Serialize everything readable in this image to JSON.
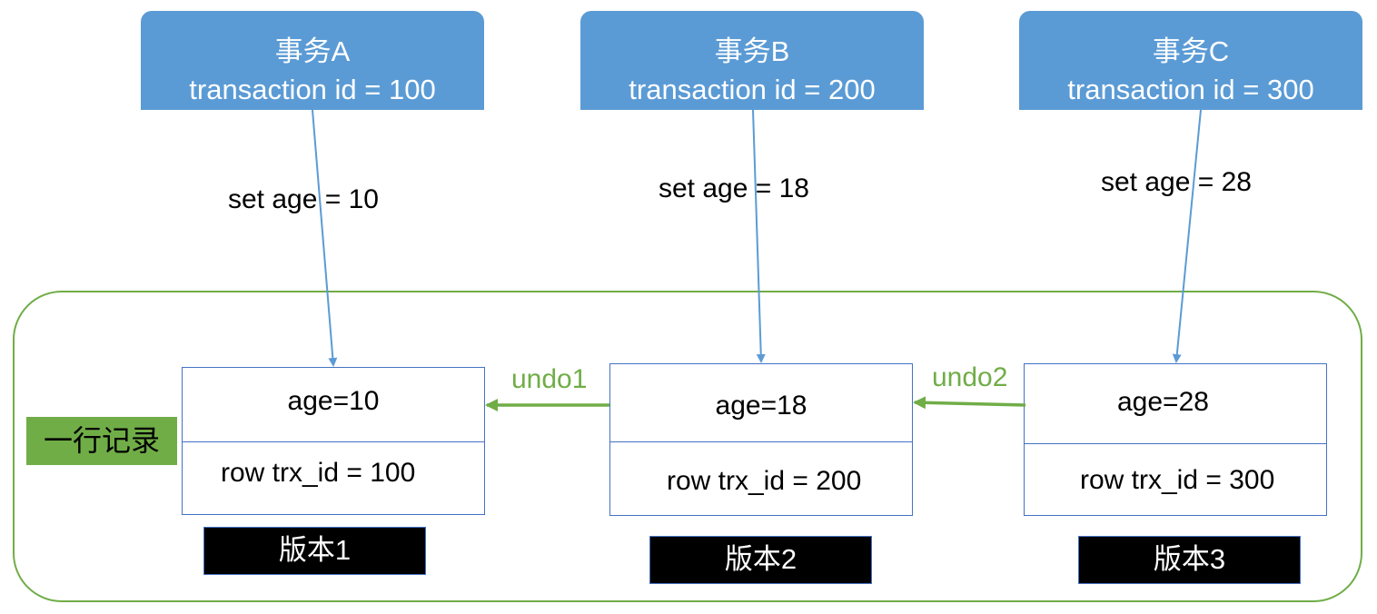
{
  "transactions": [
    {
      "title": "事务A",
      "id_text": "transaction id = 100",
      "action": "set age = 10"
    },
    {
      "title": "事务B",
      "id_text": "transaction id = 200",
      "action": "set age = 18"
    },
    {
      "title": "事务C",
      "id_text": "transaction id = 300",
      "action": "set age = 28"
    }
  ],
  "versions": [
    {
      "age": "age=10",
      "trx": "row trx_id = 100",
      "label": "版本1"
    },
    {
      "age": "age=18",
      "trx": "row trx_id = 200",
      "label": "版本2"
    },
    {
      "age": "age=28",
      "trx": "row trx_id = 300",
      "label": "版本3"
    }
  ],
  "undo_links": [
    "undo1",
    "undo2"
  ],
  "row_record_label": "一行记录",
  "colors": {
    "transaction_box": "#5b9bd5",
    "container_border": "#70ad47",
    "undo_arrow": "#70ad47",
    "version_border": "#4472c4",
    "version_label_bg": "#000000",
    "set_arrow": "#5b9bd5"
  }
}
